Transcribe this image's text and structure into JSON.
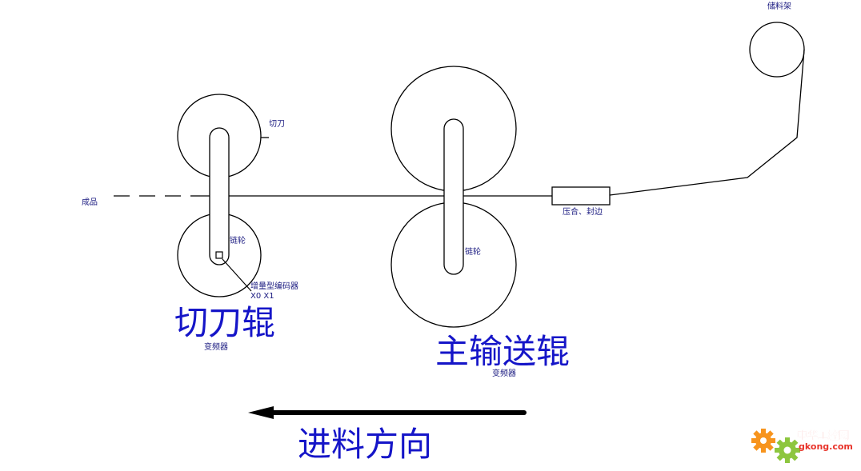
{
  "labels": {
    "storage_rack": "储料架",
    "cutter": "切刀",
    "product": "成品",
    "press_seal": "压合、封边",
    "sprocket_left": "链轮",
    "sprocket_right": "链轮",
    "encoder": "增量型编码器",
    "encoder_signal": "X0 X1",
    "cutter_roller": "切刀辊",
    "cutter_vfd": "变频器",
    "main_roller": "主输送辊",
    "main_vfd": "变频器",
    "feed_direction": "进料方向"
  },
  "logo": {
    "name": "中华工控网",
    "domain": "gkong.com",
    "colors": {
      "gear_orange": "#f7941d",
      "gear_green": "#8dc63f",
      "text_red": "#e8332a"
    }
  },
  "colors": {
    "line": "#000000",
    "small_label": "#1a1a80",
    "big_label": "#1515c8"
  }
}
